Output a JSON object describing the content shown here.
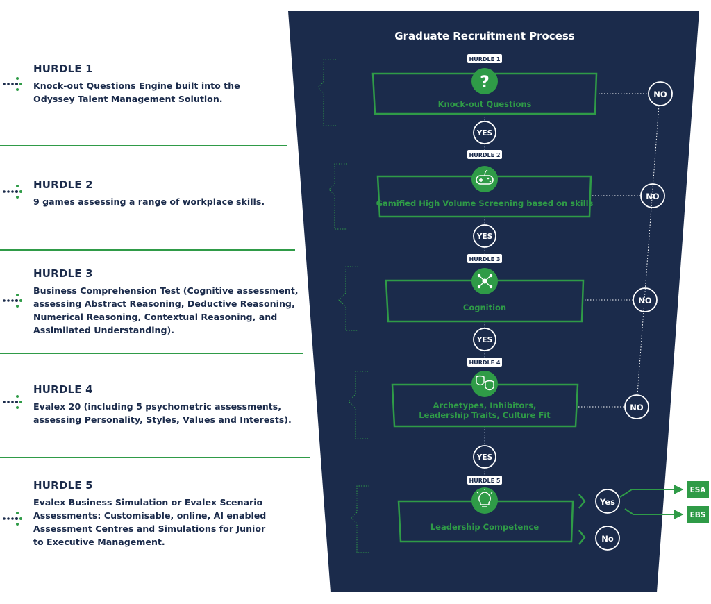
{
  "diagram": {
    "title": "Graduate Recruitment Process",
    "hurdles": [
      {
        "tag": "HURDLE 1",
        "stage": "Knock-out Questions",
        "icon": "question-icon",
        "decision": "NO"
      },
      {
        "tag": "HURDLE 2",
        "stage": "Gamified High Volume Screening based on skills",
        "icon": "gamepad-icon",
        "decision": "NO"
      },
      {
        "tag": "HURDLE 3",
        "stage": "Cognition",
        "icon": "network-icon",
        "decision": "NO"
      },
      {
        "tag": "HURDLE 4",
        "stage_line1": "Archetypes, Inhibitors,",
        "stage_line2": "Leadership Traits, Culture Fit",
        "icon": "theatre-masks-icon",
        "decision": "NO"
      },
      {
        "tag": "HURDLE 5",
        "stage": "Leadership Competence",
        "icon": "lightbulb-icon"
      }
    ],
    "yes_labels": [
      "YES",
      "YES",
      "YES",
      "YES"
    ],
    "final_yes": "Yes",
    "final_no": "No",
    "outcomes": [
      "ESA",
      "EBS"
    ],
    "colors": {
      "panel": "#1b2b4b",
      "accent": "#2f9b47",
      "text": "#1b2b4b"
    }
  },
  "sidebar": [
    {
      "title": "HURDLE 1",
      "lines": [
        "Knock-out Questions Engine built into the",
        "Odyssey Talent Management Solution."
      ]
    },
    {
      "title": "HURDLE 2",
      "lines": [
        "9 games assessing a range of workplace skills."
      ]
    },
    {
      "title": "HURDLE 3",
      "lines": [
        "Business Comprehension Test (Cognitive assessment,",
        "assessing Abstract Reasoning, Deductive Reasoning,",
        "Numerical Reasoning, Contextual Reasoning, and",
        "Assimilated Understanding)."
      ]
    },
    {
      "title": "HURDLE 4",
      "lines": [
        "Evalex 20 (including 5 psychometric assessments,",
        "assessing Personality, Styles, Values and Interests)."
      ]
    },
    {
      "title": "HURDLE 5",
      "lines": [
        "Evalex Business Simulation or Evalex Scenario",
        "Assessments: Customisable, online, AI enabled",
        "Assessment Centres and Simulations for Junior",
        "to Executive Management."
      ]
    }
  ]
}
